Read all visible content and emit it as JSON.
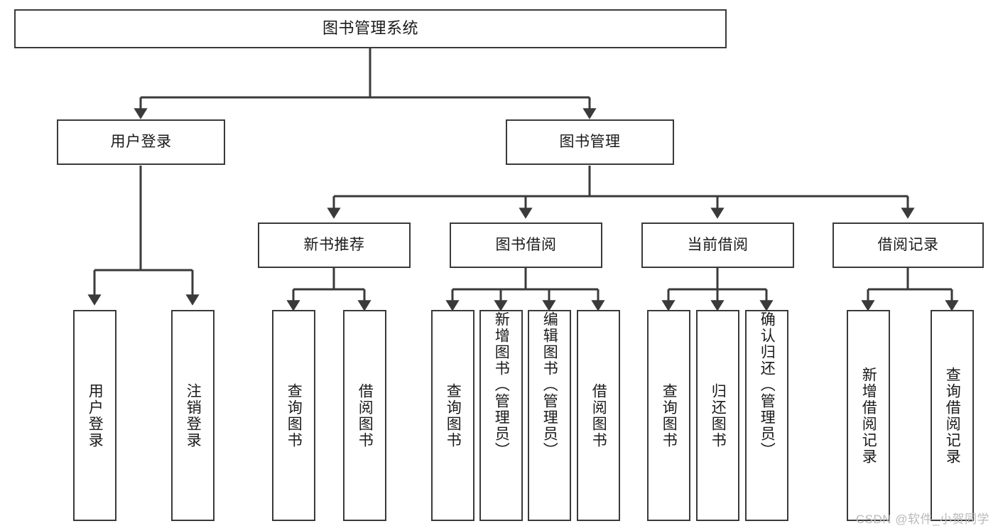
{
  "diagram": {
    "title": "图书管理系统",
    "type": "hierarchy-tree",
    "colors": {
      "box_border": "#3a3a3a",
      "box_fill": "#ffffff",
      "edge": "#3a3a3a",
      "text": "#1a1a1a",
      "watermark": "#b9b9b9",
      "background": "#ffffff"
    },
    "levels": {
      "root": {
        "label": "图书管理系统"
      },
      "level2": [
        {
          "id": "user-login",
          "label": "用户登录"
        },
        {
          "id": "book-management",
          "label": "图书管理"
        }
      ],
      "level3": [
        {
          "id": "new-book-recommend",
          "label": "新书推荐",
          "parent": "book-management"
        },
        {
          "id": "book-borrow",
          "label": "图书借阅",
          "parent": "book-management"
        },
        {
          "id": "current-borrow",
          "label": "当前借阅",
          "parent": "book-management"
        },
        {
          "id": "borrow-record",
          "label": "借阅记录",
          "parent": "book-management"
        }
      ],
      "leaves": [
        {
          "id": "leaf-user-login",
          "label": "用户登录",
          "parent": "user-login"
        },
        {
          "id": "leaf-logout-login",
          "label": "注销登录",
          "parent": "user-login"
        },
        {
          "id": "leaf-query-book-1",
          "label": "查询图书",
          "parent": "new-book-recommend"
        },
        {
          "id": "leaf-borrow-book-1",
          "label": "借阅图书",
          "parent": "new-book-recommend"
        },
        {
          "id": "leaf-query-book-2",
          "label": "查询图书",
          "parent": "book-borrow"
        },
        {
          "id": "leaf-add-book",
          "label": "新增图书（管理员）",
          "parent": "book-borrow"
        },
        {
          "id": "leaf-edit-book",
          "label": "编辑图书（管理员）",
          "parent": "book-borrow"
        },
        {
          "id": "leaf-borrow-book-2",
          "label": "借阅图书",
          "parent": "book-borrow"
        },
        {
          "id": "leaf-query-book-3",
          "label": "查询图书",
          "parent": "current-borrow"
        },
        {
          "id": "leaf-return-book",
          "label": "归还图书",
          "parent": "current-borrow"
        },
        {
          "id": "leaf-confirm-return",
          "label": "确认归还（管理员）",
          "parent": "current-borrow"
        },
        {
          "id": "leaf-add-record",
          "label": "新增借阅记录",
          "parent": "borrow-record"
        },
        {
          "id": "leaf-query-record",
          "label": "查询借阅记录",
          "parent": "borrow-record"
        }
      ]
    },
    "watermark": "CSDN @软件_小贺同学"
  }
}
